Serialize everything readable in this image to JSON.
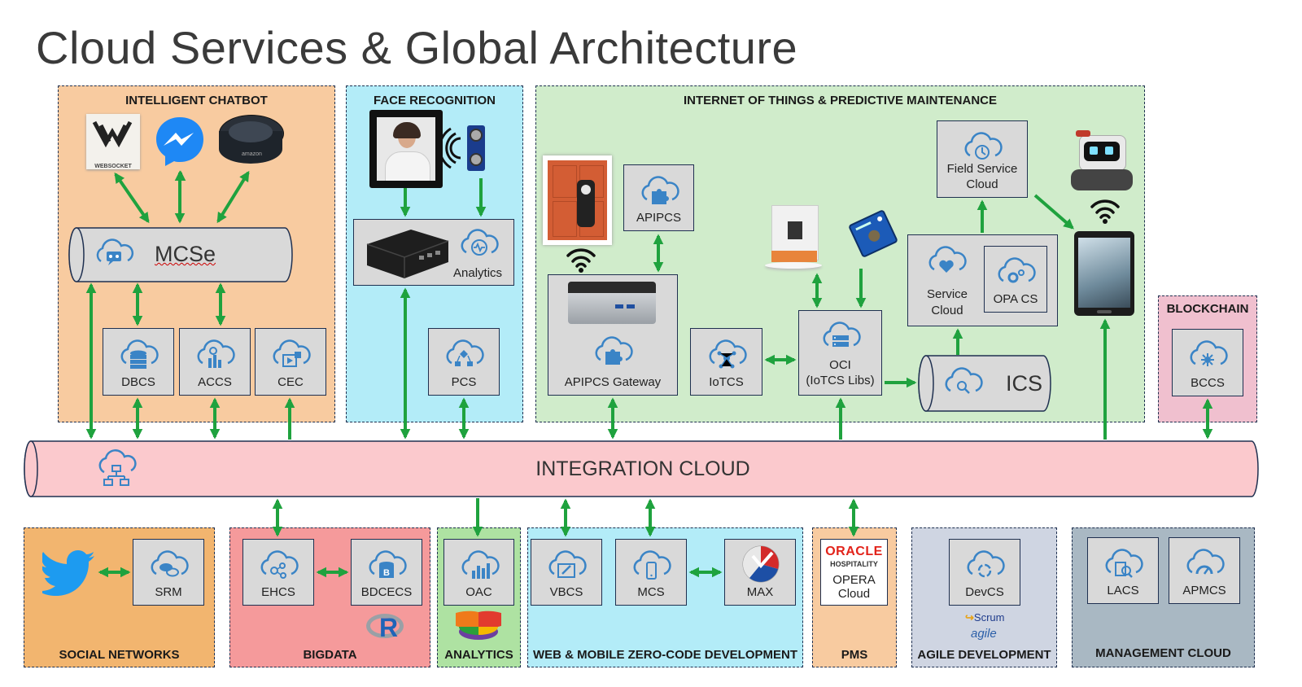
{
  "title": "Cloud Services & Global Architecture",
  "colors": {
    "chatbot": "#f8cba0",
    "face": "#b3ecf8",
    "iot": "#d0eccb",
    "blockchain": "#f0c0cf",
    "integration": "#fbc9cd",
    "social": "#f2b56f",
    "bigdata": "#f59a9b",
    "analytics": "#aee2a2",
    "webmobile": "#b3ecf8",
    "pms": "#f8cba0",
    "agile": "#cfd5e2",
    "management": "#a9b8c3",
    "arrow": "#1fa23e",
    "cloud_icon": "#3a84c6"
  },
  "panels": {
    "chatbot": "INTELLIGENT CHATBOT",
    "face": "FACE RECOGNITION",
    "iot": "INTERNET OF THINGS & PREDICTIVE MAINTENANCE",
    "blockchain": "BLOCKCHAIN",
    "social": "SOCIAL NETWORKS",
    "bigdata": "BIGDATA",
    "analytics": "ANALYTICS",
    "webmobile": "WEB & MOBILE ZERO-CODE DEVELOPMENT",
    "pms": "PMS",
    "agile": "AGILE DEVELOPMENT",
    "management": "MANAGEMENT CLOUD"
  },
  "nodes": {
    "mcse": "MCSe",
    "dbcs": "DBCS",
    "accs": "ACCS",
    "cec": "CEC",
    "analytics_face": "Analytics",
    "pcs": "PCS",
    "apipcs": "APIPCS",
    "apipcs_gateway": "APIPCS Gateway",
    "iotcs": "IoTCS",
    "oci_line1": "OCI",
    "oci_line2": "(IoTCS Libs)",
    "ics": "ICS",
    "field_service_line1": "Field Service",
    "field_service_line2": "Cloud",
    "service_cloud_line1": "Service",
    "service_cloud_line2": "Cloud",
    "opa_cs": "OPA CS",
    "bccs": "BCCS",
    "integration_cloud": "INTEGRATION CLOUD",
    "srm": "SRM",
    "ehcs": "EHCS",
    "bdcecs": "BDCECS",
    "oac": "OAC",
    "vbcs": "VBCS",
    "mcs": "MCS",
    "max": "MAX",
    "oracle": "ORACLE",
    "hospitality": "HOSPITALITY",
    "opera_line1": "OPERA",
    "opera_line2": "Cloud",
    "devcs": "DevCS",
    "scrum": "Scrum",
    "agile_logo": "agile",
    "lacs": "LACS",
    "apmcs": "APMCS",
    "websocket": "WEBSOCKET",
    "amazon": "amazon",
    "r_logo": "R"
  },
  "icons": [
    "websocket-logo",
    "messenger-icon",
    "echo-dot-icon",
    "tablet-face-icon",
    "sensor-icon",
    "raspberry-box-icon",
    "door-lock-icon",
    "wifi-icon",
    "mini-pc-icon",
    "thermostat-icon",
    "sensor-board-icon",
    "robot-icon",
    "tablet-icon",
    "twitter-icon",
    "r-logo",
    "pie-chart-icon",
    "max-logo",
    "oracle-logo",
    "cloud-icon"
  ]
}
